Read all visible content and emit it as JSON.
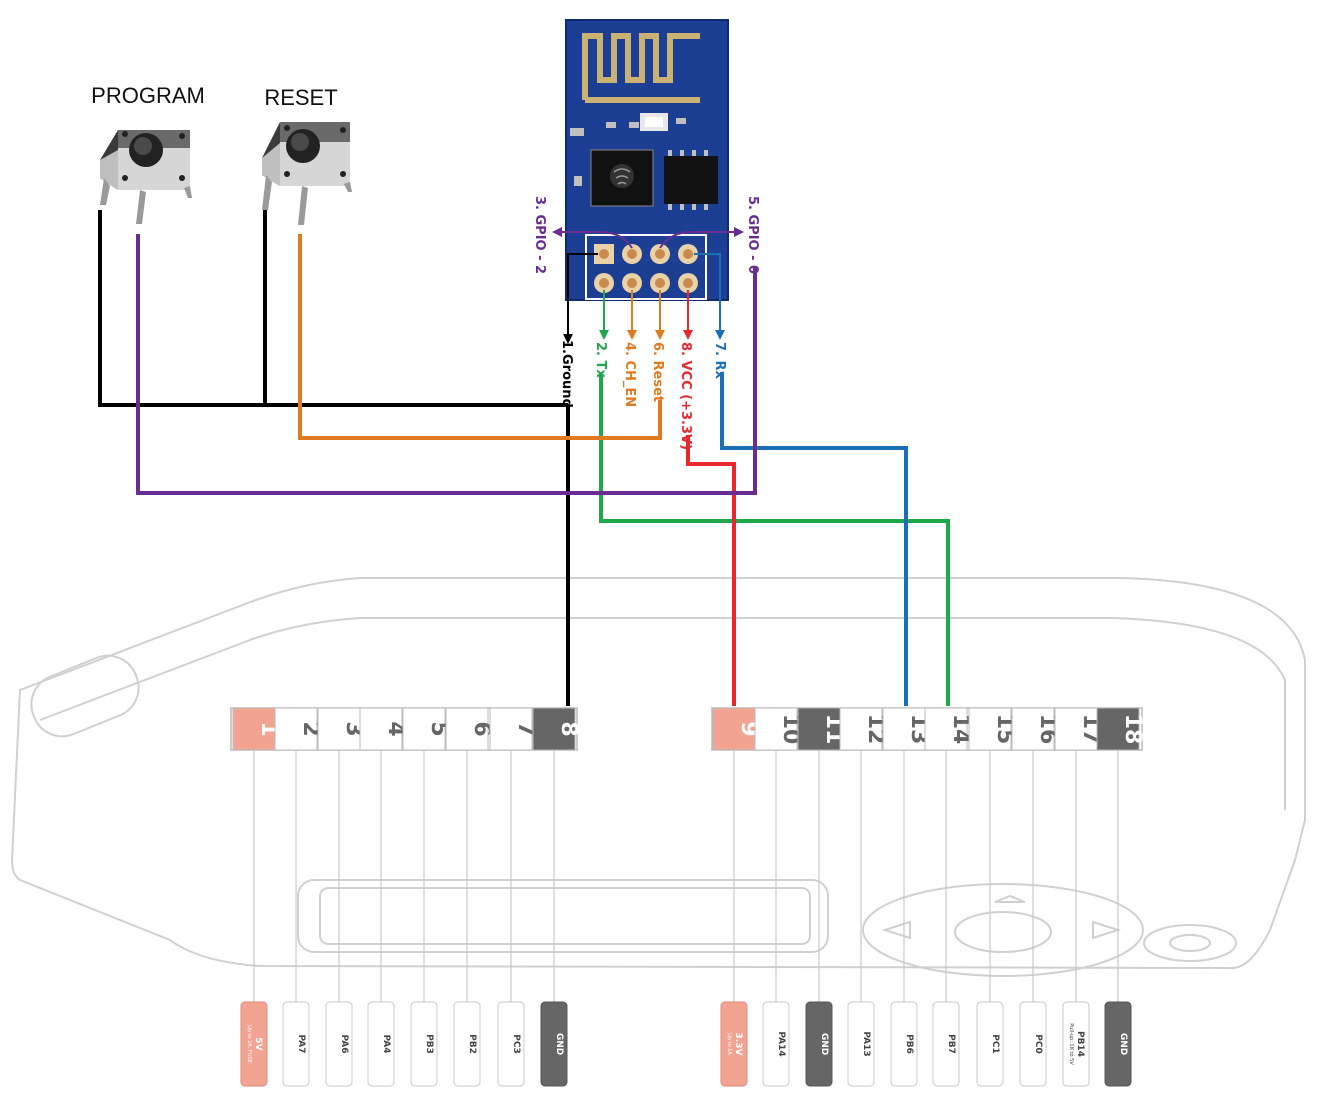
{
  "buttons": {
    "program_label": "PROGRAM",
    "reset_label": "RESET"
  },
  "esp_pins": {
    "gpio2": "3. GPIO - 2",
    "gpio0": "5. GPIO - 0",
    "ground": "1.Ground",
    "tx": "2. Tx",
    "ch_en": "4. CH_EN",
    "reset": "6. Reset",
    "vcc": "8. VCC (+3.3V)",
    "rx": "7. Rx"
  },
  "header_numbers": [
    "1",
    "2",
    "3",
    "4",
    "5",
    "6",
    "7",
    "8",
    "9",
    "10",
    "11",
    "12",
    "13",
    "14",
    "15",
    "16",
    "17",
    "18"
  ],
  "signal_labels": [
    {
      "main": "5V",
      "sub": "Up to 2A, FUSE"
    },
    {
      "main": "PA7",
      "sub": ""
    },
    {
      "main": "PA6",
      "sub": ""
    },
    {
      "main": "PA4",
      "sub": ""
    },
    {
      "main": "PB3",
      "sub": ""
    },
    {
      "main": "PB2",
      "sub": ""
    },
    {
      "main": "PC3",
      "sub": ""
    },
    {
      "main": "GND",
      "sub": ""
    },
    {
      "main": "3.3V",
      "sub": "Up to 1A"
    },
    {
      "main": "PA14",
      "sub": ""
    },
    {
      "main": "GND",
      "sub": ""
    },
    {
      "main": "PA13",
      "sub": ""
    },
    {
      "main": "PB6",
      "sub": ""
    },
    {
      "main": "PB7",
      "sub": ""
    },
    {
      "main": "PC1",
      "sub": ""
    },
    {
      "main": "PC0",
      "sub": ""
    },
    {
      "main": "PB14",
      "sub": "Pull-up: 1K to 5V"
    },
    {
      "main": "GND",
      "sub": ""
    }
  ],
  "colors": {
    "ground_wire": "#000000",
    "gpio_wire": "#6a2c91",
    "reset_wire": "#e07a1f",
    "vcc_wire": "#e8272e",
    "rx_wire": "#1a6fb5",
    "tx_wire": "#1ea84b",
    "power_pin": "#f2a391",
    "gnd_pin": "#666666",
    "esp_board": "#1c3f94"
  }
}
